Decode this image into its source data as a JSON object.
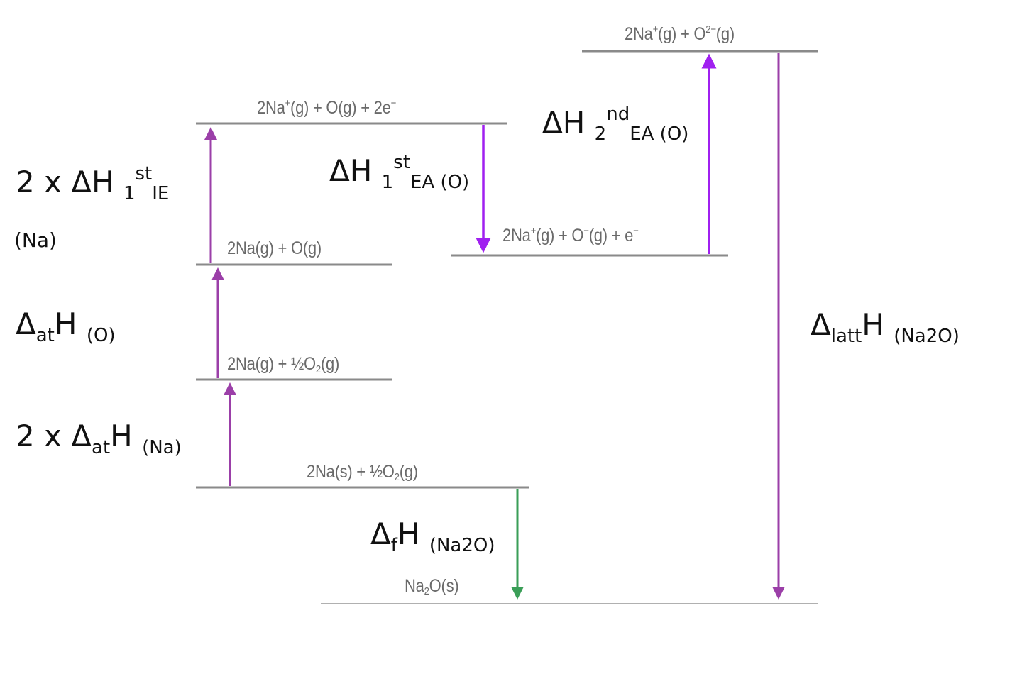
{
  "colors": {
    "level_line": "#8a8a8a",
    "arrow_purple": "#9b3fa8",
    "arrow_bright": "#a020f0",
    "arrow_green": "#3a9e57",
    "text_dark": "#111111",
    "text_gray": "#6a6a6a"
  },
  "states": {
    "ions": {
      "a": "2Na",
      "a_sup": "+",
      "b": "(g) + O",
      "b_sup": "2−",
      "c": "(g)"
    },
    "atoms_electrons": {
      "a": "2Na",
      "a_sup": "+",
      "b": "(g) + O(g) + 2e",
      "b_sup": "−"
    },
    "anion_one": {
      "a": "2Na",
      "a_sup": "+",
      "b": "(g) + O",
      "b_sup": "−",
      "c": "(g) + e",
      "c_sup": "−"
    },
    "gas_atoms": {
      "a": "2Na(g) + O(g)"
    },
    "half_o2": {
      "a": "2Na(g) + ½O",
      "a_sub": "2",
      "b": "(g)"
    },
    "elements": {
      "a": "2Na(s) + ½O",
      "a_sub": "2",
      "b": "(g)"
    },
    "product": {
      "a": "Na",
      "a_sub": "2",
      "b": "O(s)"
    }
  },
  "labels": {
    "ie": {
      "prefix": "2 x ΔH ",
      "sub1": "1",
      "sup": "st",
      "sub2": "IE",
      "suffix": "(Na)"
    },
    "at_o": {
      "main": "Δ",
      "sub": "at",
      "h": "H ",
      "suffix": "(O)"
    },
    "at_na": {
      "main": "2 x Δ",
      "sub": "at",
      "h": "H ",
      "suffix": "(Na)"
    },
    "ea1": {
      "prefix": "ΔH ",
      "sub1": "1",
      "sup": "st",
      "sub2": "EA (O)"
    },
    "ea2": {
      "prefix": "ΔH ",
      "sub1": "2",
      "sup": "nd",
      "sub2": "EA (O)"
    },
    "latt": {
      "main": "Δ",
      "sub": "latt",
      "h": "H ",
      "suffix": "(Na2O)"
    },
    "f": {
      "main": "Δ",
      "sub": "f",
      "h": "H ",
      "suffix": "(Na2O)"
    }
  }
}
